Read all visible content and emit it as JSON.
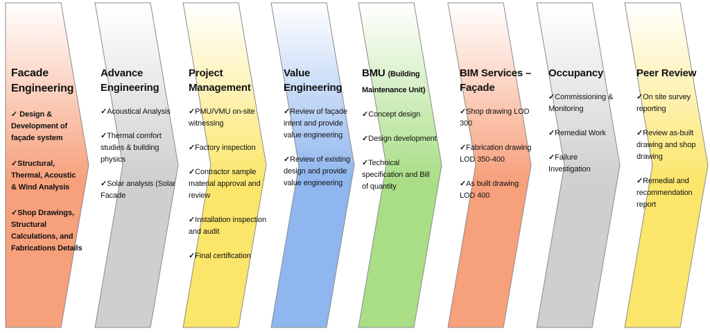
{
  "columns": [
    {
      "title": "Facade Engineering",
      "subtitle": "",
      "items": [
        "Design & Development of façade system",
        "Structural, Thermal, Acoustic & Wind Analysis",
        "Shop Drawings, Structural Calculations, and Fabrications Details"
      ]
    },
    {
      "title": "Advance Engineering",
      "subtitle": "",
      "items": [
        "Acoustical Analysis",
        "Thermal comfort studies & building physics",
        "Solar analysis (Solar Facade"
      ]
    },
    {
      "title": "Project Management",
      "subtitle": "",
      "items": [
        "PMU/VMU on-site witnessing",
        "Factory inspection",
        "Contractor sample material approval and review",
        "Installation inspection and audit",
        "Final certification"
      ]
    },
    {
      "title": "Value Engineering",
      "subtitle": "",
      "items": [
        "Review of façade intent and provide value engineering",
        "Review of existing design and provide value engineering"
      ]
    },
    {
      "title": "BMU",
      "subtitle": "(Building Maintenance Unit)",
      "items": [
        "Concept design",
        "Design development",
        "Technical specification and Bill of quantity"
      ]
    },
    {
      "title": "BIM Services – Façade",
      "subtitle": "",
      "items": [
        "Shop drawing LOD 300",
        "Fabrication drawing LOD 350-400",
        "As built drawing LOD 400"
      ]
    },
    {
      "title": "Occupancy",
      "subtitle": "",
      "items": [
        "Commissioning & Monitoring",
        "Remedial Work",
        "Failure Investigation"
      ]
    },
    {
      "title": "Peer Review",
      "subtitle": "",
      "items": [
        "On site survey reporting",
        "Review as-built drawing and shop drawing",
        "Remedial and recommendation report"
      ]
    }
  ],
  "colors": [
    "#f7a07c",
    "#cfcfcf",
    "#fbe66b",
    "#8fb6ee",
    "#a9de86",
    "#f7a07c",
    "#cfcfcf",
    "#fbe66b"
  ],
  "tick_mark": "✓"
}
